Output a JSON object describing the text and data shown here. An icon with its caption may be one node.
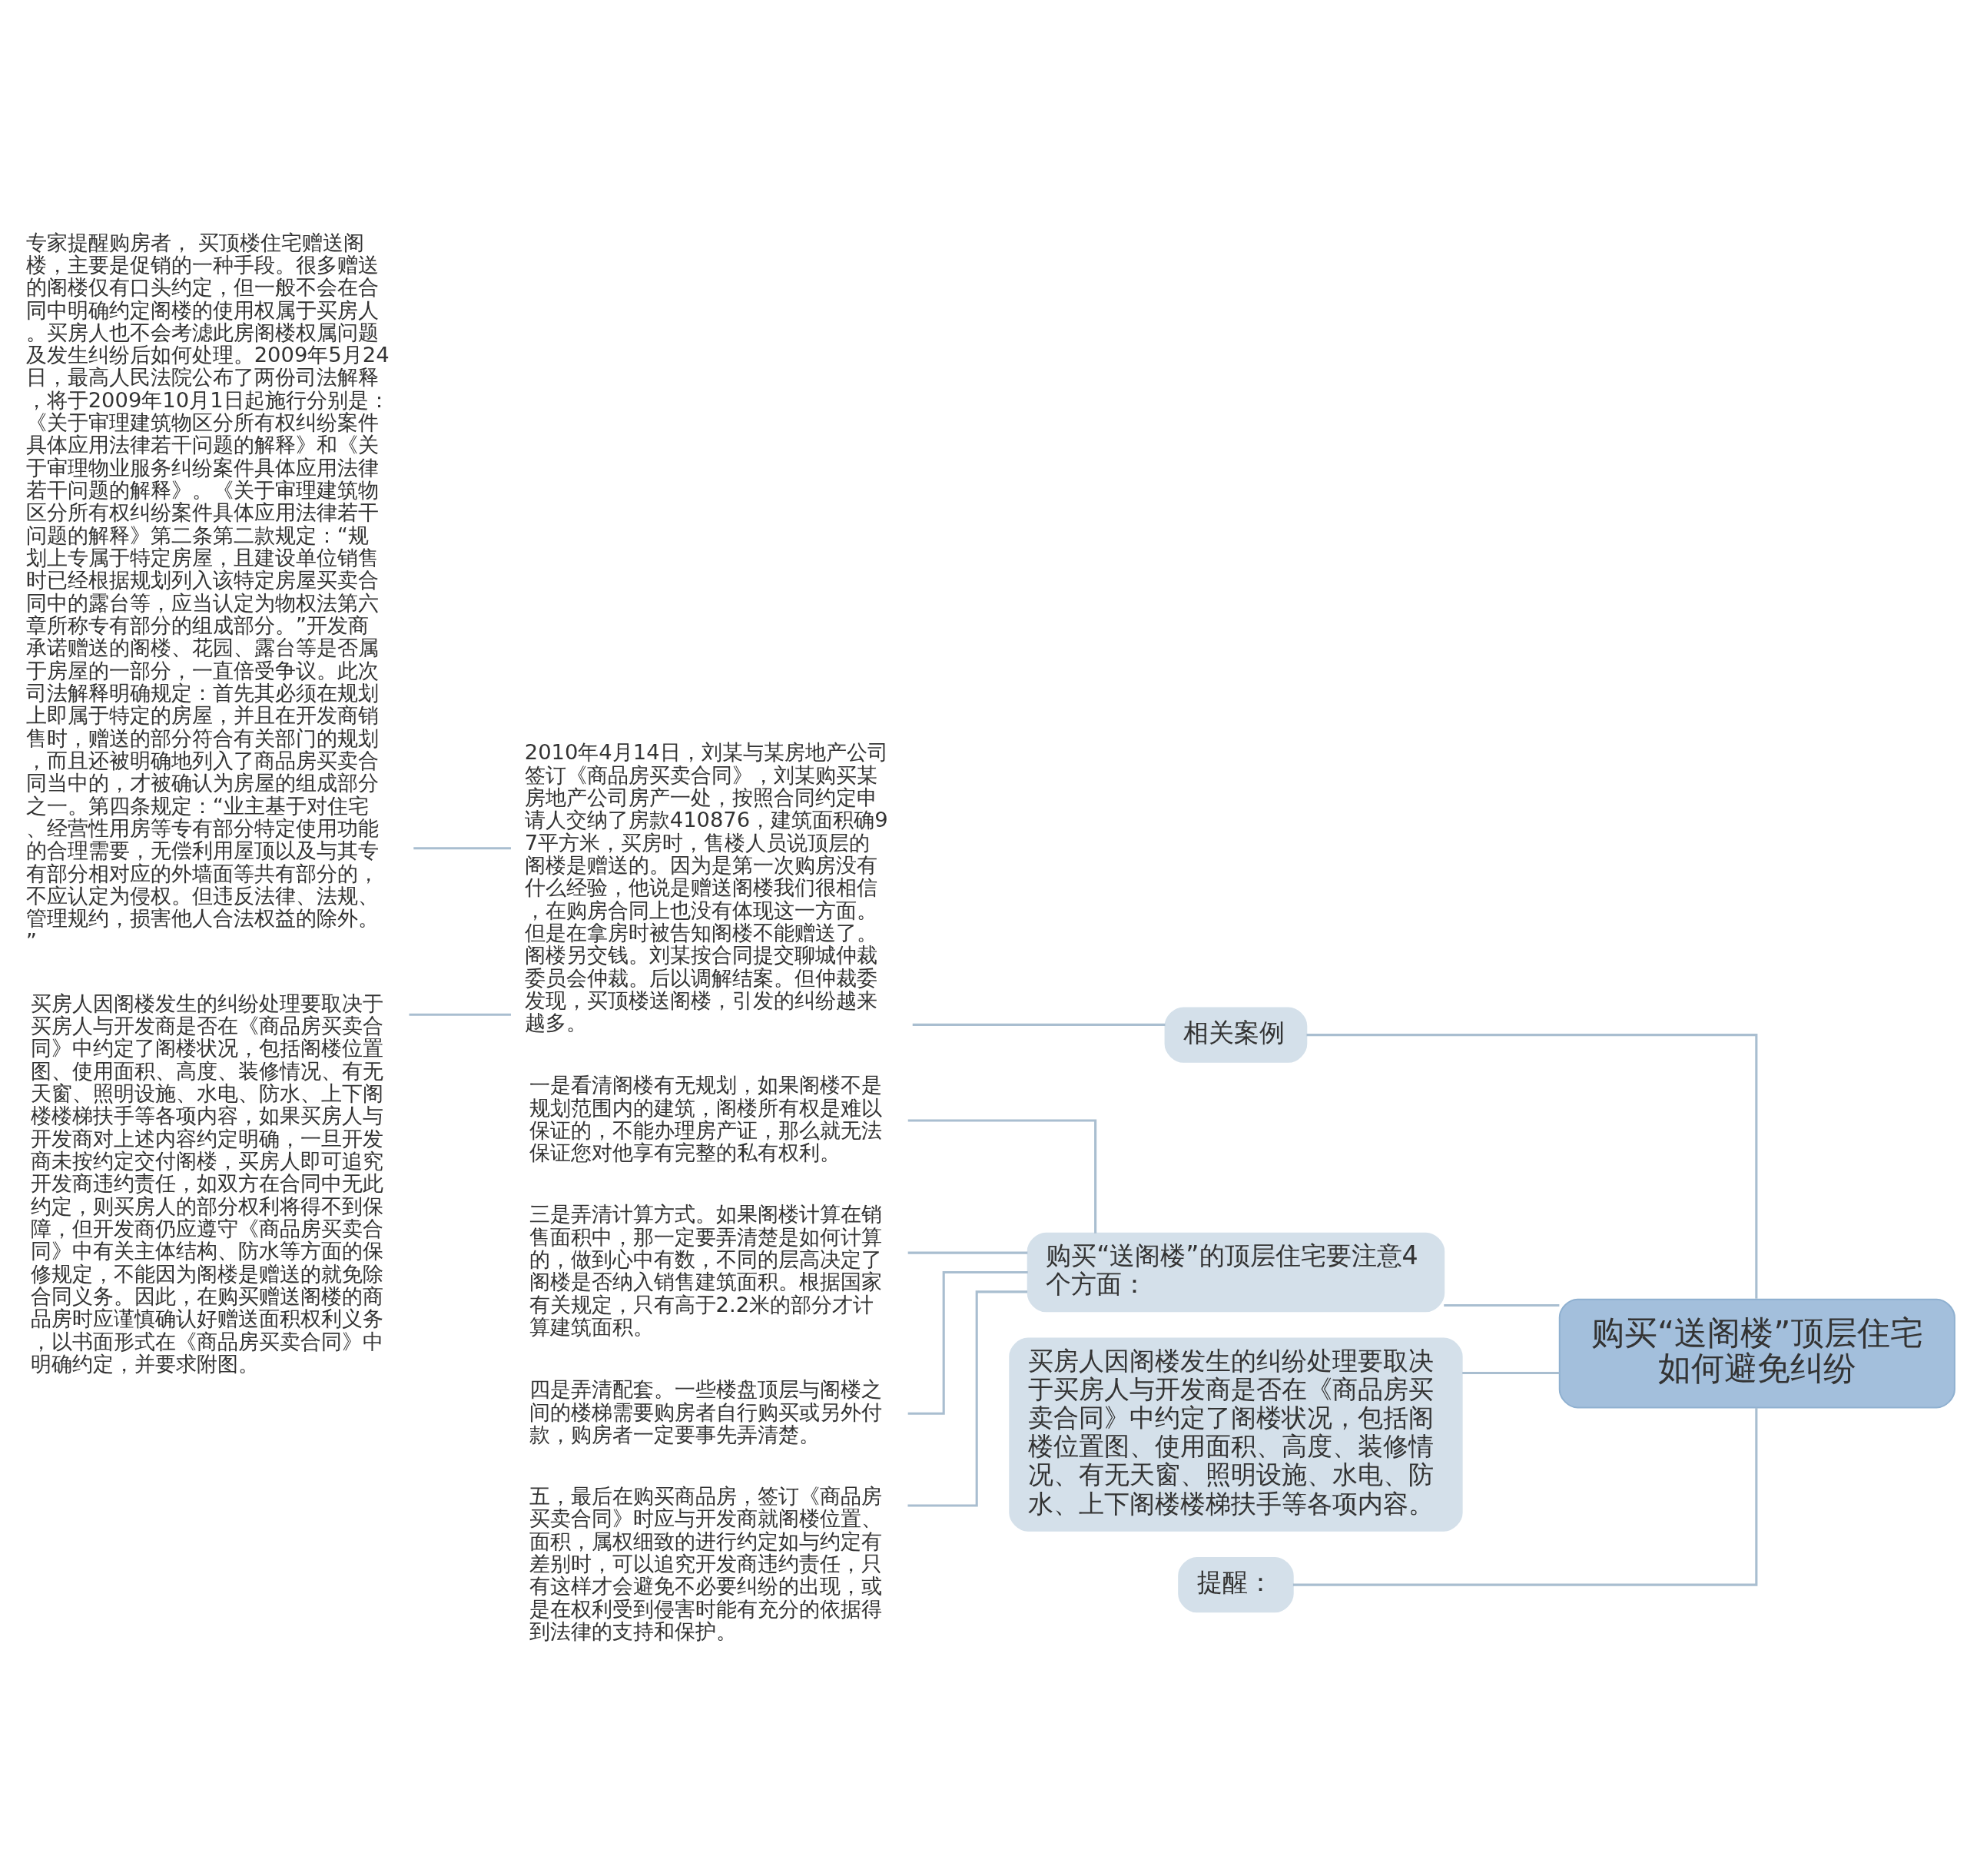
{
  "diagram": {
    "nodes": [
      {
        "text": [
          "购买“送阁楼”顶层住宅如何避免纠纷"
        ]
      },
      {
        "text": [
          "相关案例"
        ]
      },
      {
        "text": [
          "2010年4月14日，刘某与某房地产公司签订《商品房买卖合同》，刘某购买某房地产公司房产一处，按照合同约定申请人交纳了房款410876，建筑面积确97平方米，买房时，售楼人员说顶层的阁楼是赠送的。因为是第一次购房没有什么经验，他说是赠送阁楼我们很相信，在购房合同上也没有体现这一方面。但是在拿房时被告知阁楼不能赠送了。阁楼另交钱。刘某按合同提交聊城仲裁委员会仲裁。后以调解结案。但仲裁委发现，买顶楼送阁楼，引发的纠纷越来越多。"
        ]
      },
      {
        "text": [
          "专家提醒购房者， 买顶楼住宅赠送阁楼，主要是促销的一种手段。很多赠送的阁楼仅有口头约定，但一般不会在合同中明确约定阁楼的使用权属于买房人。买房人也不会考滤此房阁楼权属问题及发生纠纷后如何处理。2009年5月24日，最高人民法院公布了两份司法解释，将于2009年10月1日起施行分别是：《关于审理建筑物区分所有权纠纷案件具体应用法律若干问题的解释》和《关于审理物业服务纠纷案件具体应用法律若干问题的解释》。《关于审理建筑物区分所有权纠纷案件具体应用法律若干问题的解释》第二条第二款规定：“规划上专属于特定房屋，且建设单位销售时已经根据规划列入该特定房屋买卖合同中的露台等，应当认定为物权法第六章所称专有部分的组成部分。”开发商承诺赠送的阁楼、花园、露台等是否属于房屋的一部分，一直倍受争议。此次司法解释明确规定：首先其必须在规划上即属于特定的房屋，并且在开发商销售时，赠送的部分符合有关部门的规划，而且还被明确地列入了商品房买卖合同当中的，才被确认为房屋的组成部分之一。第四条规定：“业主基于对住宅、经营性用房等专有部分特定使用功能的合理需要，无偿利用屋顶以及与其专有部分相对应的外墙面等共有部分的，不应认定为侵权。但违反法律、法规、管理规约，损害他人合法权益的除外。”"
        ]
      },
      {
        "text": [
          "买房人因阁楼发生的纠纷处理要取决于买房人与开发商是否在《商品房买卖合同》中约定了阁楼状况，包括阁楼位置图、使用面积、高度、装修情况、有无天窗、照明设施、水电、防水、上下阁楼楼梯扶手等各项内容，如果买房人与开发商对上述内容约定明确，一旦开发商未按约定交付阁楼，买房人即可追究开发商违约责任，如双方在合同中无此约定，则买房人的部分权利将得不到保障，但开发商仍应遵守《商品房买卖合同》中有关主体结构、防水等方面的保修规定，不能因为阁楼是赠送的就免除合同义务。因此，在购买赠送阁楼的商品房时应谨慎确认好赠送面积权利义务，以书面形式在《商品房买卖合同》中明确约定，并要求附图。"
        ]
      },
      {
        "text": [
          "购买“送阁楼”的顶层住宅要注意4个方面："
        ]
      },
      {
        "text": [
          "一是看清阁楼有无规划，如果阁楼不是规划范围内的建筑，阁楼所有权是难以保证的，不能办理房产证，那么就无法保证您对他享有完整的私有权利。"
        ]
      },
      {
        "text": [
          "三是弄清计算方式。如果阁楼计算在销售面积中，那一定要弄清楚是如何计算的，做到心中有数，不同的层高决定了阁楼是否纳入销售建筑面积。根据国家有关规定，只有高于2.2米的部分才计算建筑面积。"
        ]
      },
      {
        "text": [
          "四是弄清配套。一些楼盘顶层与阁楼之间的楼梯需要购房者自行购买或另外付款，购房者一定要事先弄清楚。"
        ]
      },
      {
        "text": [
          "五，最后在购买商品房，签订《商品房买卖合同》时应与开发商就阁楼位置、面积，属权细致的进行约定如与约定有差别时，可以追究开发商违约责任，只有这样才会避免不必要纠纷的出现，或是在权利受到侵害时能有充分的依据得到法律的支持和保护。"
        ]
      },
      {
        "text": [
          "买房人因阁楼发生的纠纷处理要取决于买房人与开发商是否在《商品房买卖合同》中约定了阁楼状况，包括阁楼位置图、使用面积、高度、装修情况、有无天窗、照明设施、水电、防水、上下阁楼楼梯扶手等各项内容。"
        ]
      },
      {
        "text": [
          "提醒："
        ]
      }
    ],
    "edges": [
      {
        "from": 0,
        "to": 1,
        "arrow": "none"
      },
      {
        "from": 1,
        "to": 2,
        "arrow": "none"
      },
      {
        "from": 2,
        "to": 3,
        "arrow": "none"
      },
      {
        "from": 2,
        "to": 4,
        "arrow": "none"
      },
      {
        "from": 0,
        "to": 5,
        "arrow": "none"
      },
      {
        "from": 5,
        "to": 6,
        "arrow": "none"
      },
      {
        "from": 5,
        "to": 7,
        "arrow": "none"
      },
      {
        "from": 5,
        "to": 8,
        "arrow": "none"
      },
      {
        "from": 5,
        "to": 9,
        "arrow": "none"
      },
      {
        "from": 0,
        "to": 10,
        "arrow": "none"
      },
      {
        "from": 0,
        "to": 11,
        "arrow": "none"
      }
    ]
  }
}
